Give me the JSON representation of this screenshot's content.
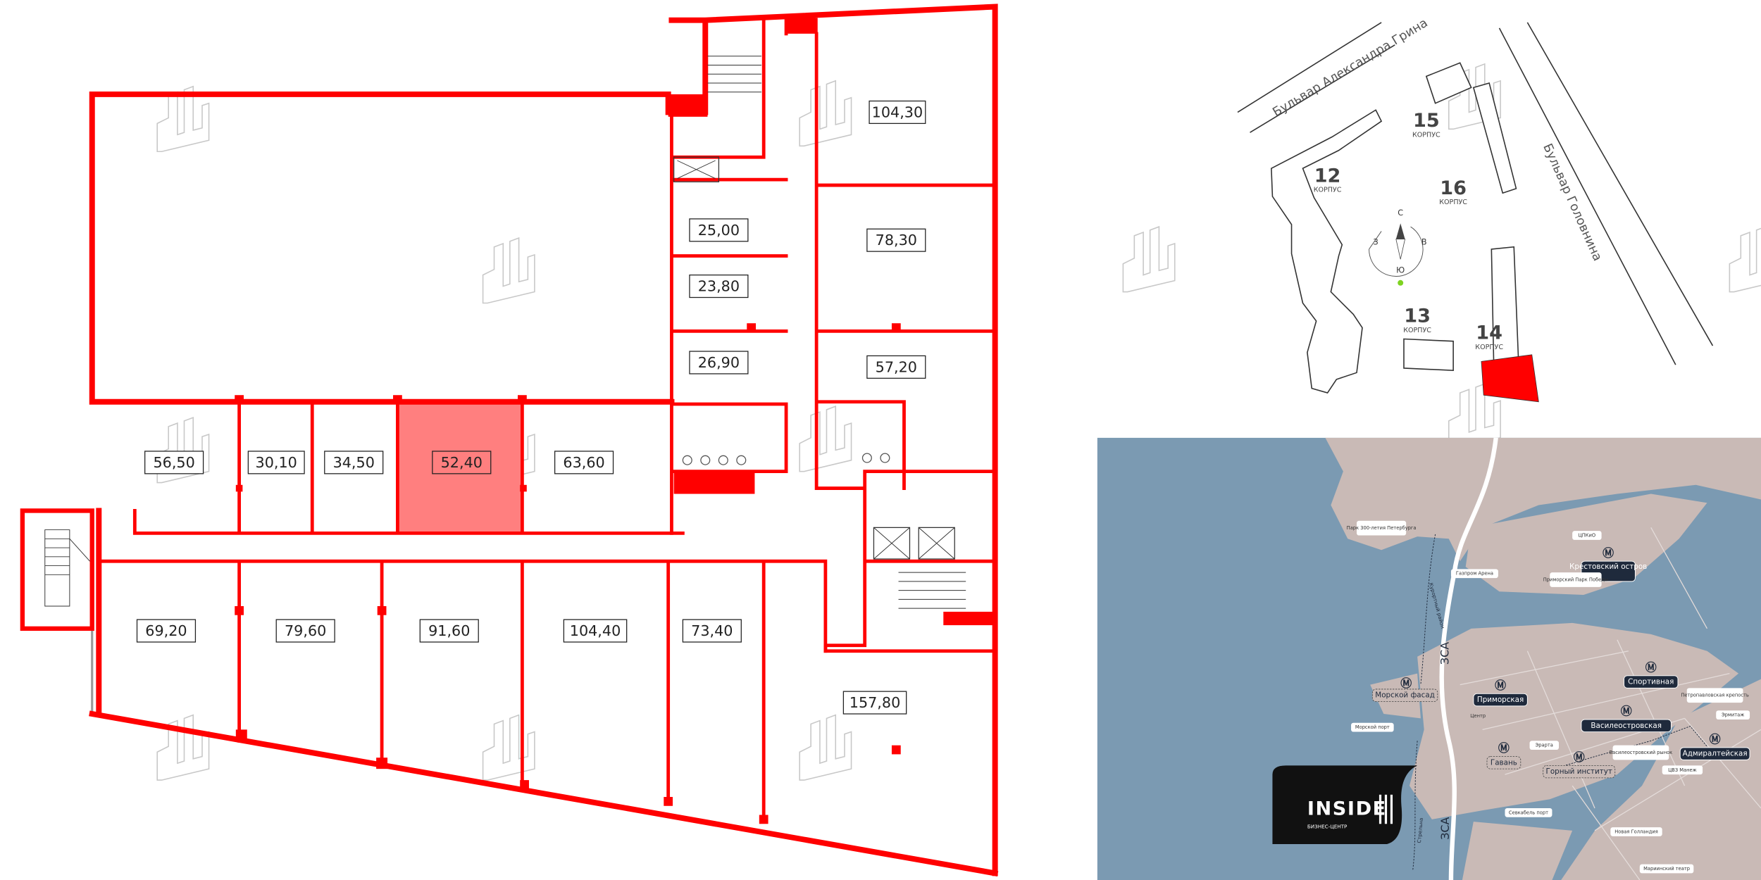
{
  "floor_plan": {
    "highlight_color": "#ff7f7f",
    "wall_color": "#ff0000",
    "selected_unit": "52,40",
    "rooms": [
      "104,30",
      "25,00",
      "78,30",
      "23,80",
      "26,90",
      "57,20",
      "56,50",
      "30,10",
      "34,50",
      "52,40",
      "63,60",
      "69,20",
      "79,60",
      "91,60",
      "104,40",
      "73,40",
      "157,80"
    ]
  },
  "site_plan": {
    "streets": [
      "Бульвар Александра Грина",
      "Бульвар Головнина"
    ],
    "buildings": [
      {
        "number": "12",
        "label": "КОРПУС"
      },
      {
        "number": "15",
        "label": "КОРПУС"
      },
      {
        "number": "16",
        "label": "КОРПУС"
      },
      {
        "number": "13",
        "label": "КОРПУС"
      },
      {
        "number": "14",
        "label": "КОРПУС"
      }
    ],
    "compass": {
      "north": "С",
      "south": "Ю",
      "west": "З",
      "east": "В",
      "icon": "compass-icon",
      "sun_color": "#7ed321"
    },
    "highlight_color": "#ff0000"
  },
  "city_map": {
    "colors": {
      "water": "#7b9ab2",
      "land": "#c9bab6",
      "metro_pill": "#1f2a3c"
    },
    "metro_stations": [
      "Крестовский остров",
      "Спортивная",
      "Приморская",
      "Василеостровская",
      "Адмиралтейская"
    ],
    "planned_stations": [
      "Морской фасад",
      "Гавань",
      "Горный институт"
    ],
    "places": [
      "Парк 300-летия Петербурга",
      "ЦПКиО",
      "Газпром Арена",
      "Приморский Парк Победы",
      "Морской порт",
      "Петропавловская крепость",
      "Эрмитаж",
      "Эрарта",
      "Василеостровский рынок",
      "ЦВЗ Манеж",
      "Севкабель порт",
      "Новая Голландия",
      "Мариинский театр",
      "Центр"
    ],
    "roads": [
      "ЗСА",
      "ЗСА"
    ],
    "directions": [
      "Курортный район",
      "Стрельна"
    ],
    "logo": {
      "text": "INSIDE",
      "subtitle": "БИЗНЕС-ЦЕНТР"
    }
  }
}
